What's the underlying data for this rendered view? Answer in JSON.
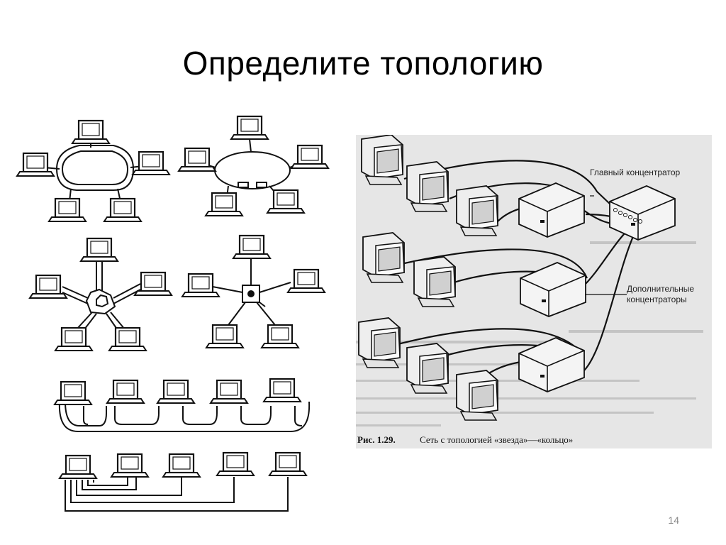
{
  "slide": {
    "title": "Определите топологию",
    "page_number": "14"
  },
  "figure": {
    "label_main_hub": "Главный концентратор",
    "label_extra_hubs_line1": "Дополнительные",
    "label_extra_hubs_line2": "концентраторы",
    "caption_number": "Рис. 1.29.",
    "caption_text": "Сеть с топологией «звезда»—«кольцо»"
  },
  "colors": {
    "line": "#1a1a1a",
    "photo_bg": "#e6e6e6"
  }
}
